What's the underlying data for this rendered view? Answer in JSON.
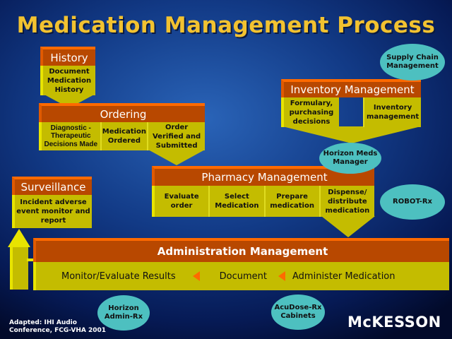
{
  "title": "Medication Management Process",
  "history": {
    "header": "History",
    "cells": [
      "Document Medication History"
    ]
  },
  "ordering": {
    "header": "Ordering",
    "cells": [
      "Diagnostic - Therapeutic Decisions Made",
      "Medication Ordered",
      "Order Verified and Submitted"
    ]
  },
  "inventory": {
    "header": "Inventory Management",
    "cells": [
      "Formulary, purchasing decisions",
      "Inventory management"
    ]
  },
  "pharmacy": {
    "header": "Pharmacy Management",
    "cells": [
      "Evaluate order",
      "Select Medication",
      "Prepare medication",
      "Dispense/ distribute medication"
    ]
  },
  "surveillance": {
    "header": "Surveillance",
    "cells": [
      "Incident adverse event monitor and report"
    ]
  },
  "administration": {
    "header": "Administration Management",
    "steps": [
      "Monitor/Evaluate Results",
      "Document",
      "Administer Medication"
    ]
  },
  "products": {
    "supply_chain": "Supply Chain Management",
    "meds_manager": "Horizon Meds Manager",
    "robot": "ROBOT-Rx",
    "admin_rx": "Horizon Admin-Rx",
    "acudose": "AcuDose-Rx Cabinets"
  },
  "footnote": [
    "Adapted: IHI Audio",
    "Conference, FCG-VHA 2001"
  ],
  "logo": "McKESSON"
}
